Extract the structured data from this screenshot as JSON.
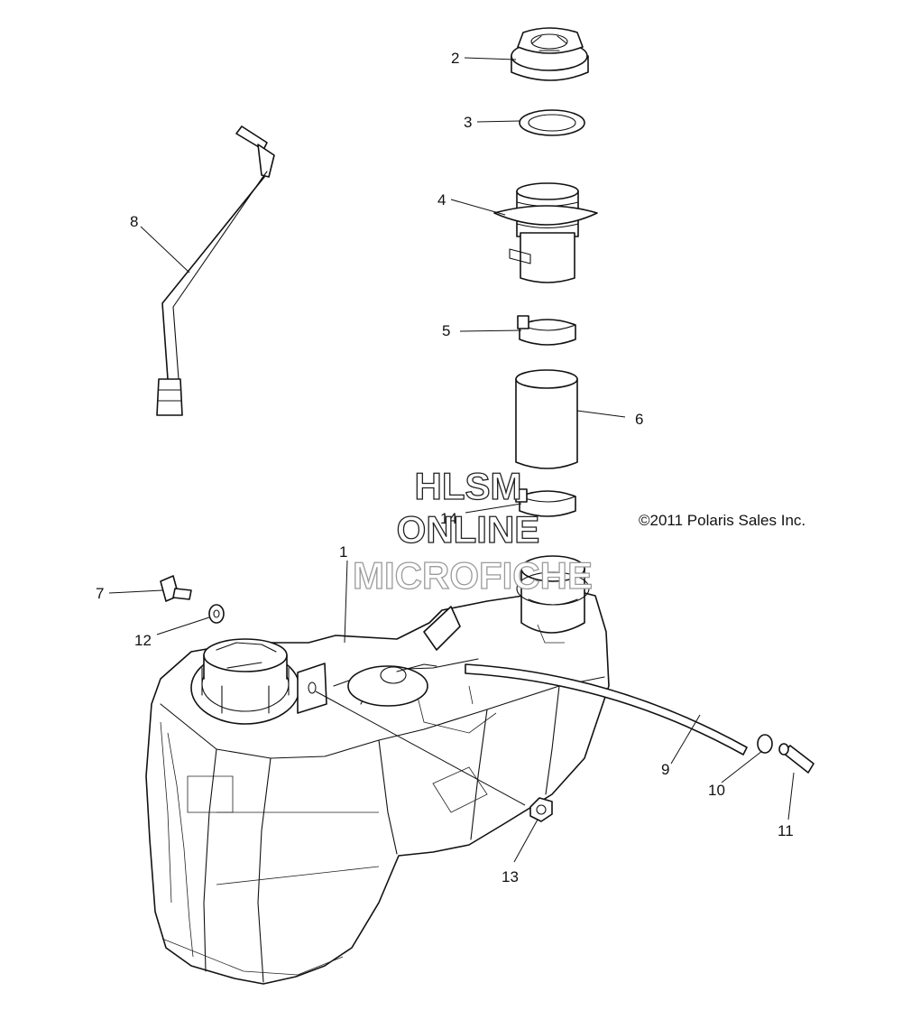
{
  "copyright": "©2011 Polaris Sales Inc.",
  "watermark": {
    "line1": "HLSM",
    "line2": "ONLINE",
    "line3": "MICROFICHE"
  },
  "callouts": {
    "c1": "1",
    "c2": "2",
    "c3": "3",
    "c4": "4",
    "c5": "5",
    "c6": "6",
    "c7": "7",
    "c8": "8",
    "c9": "9",
    "c10": "10",
    "c11": "11",
    "c12": "12",
    "c13": "13",
    "c14": "14"
  }
}
